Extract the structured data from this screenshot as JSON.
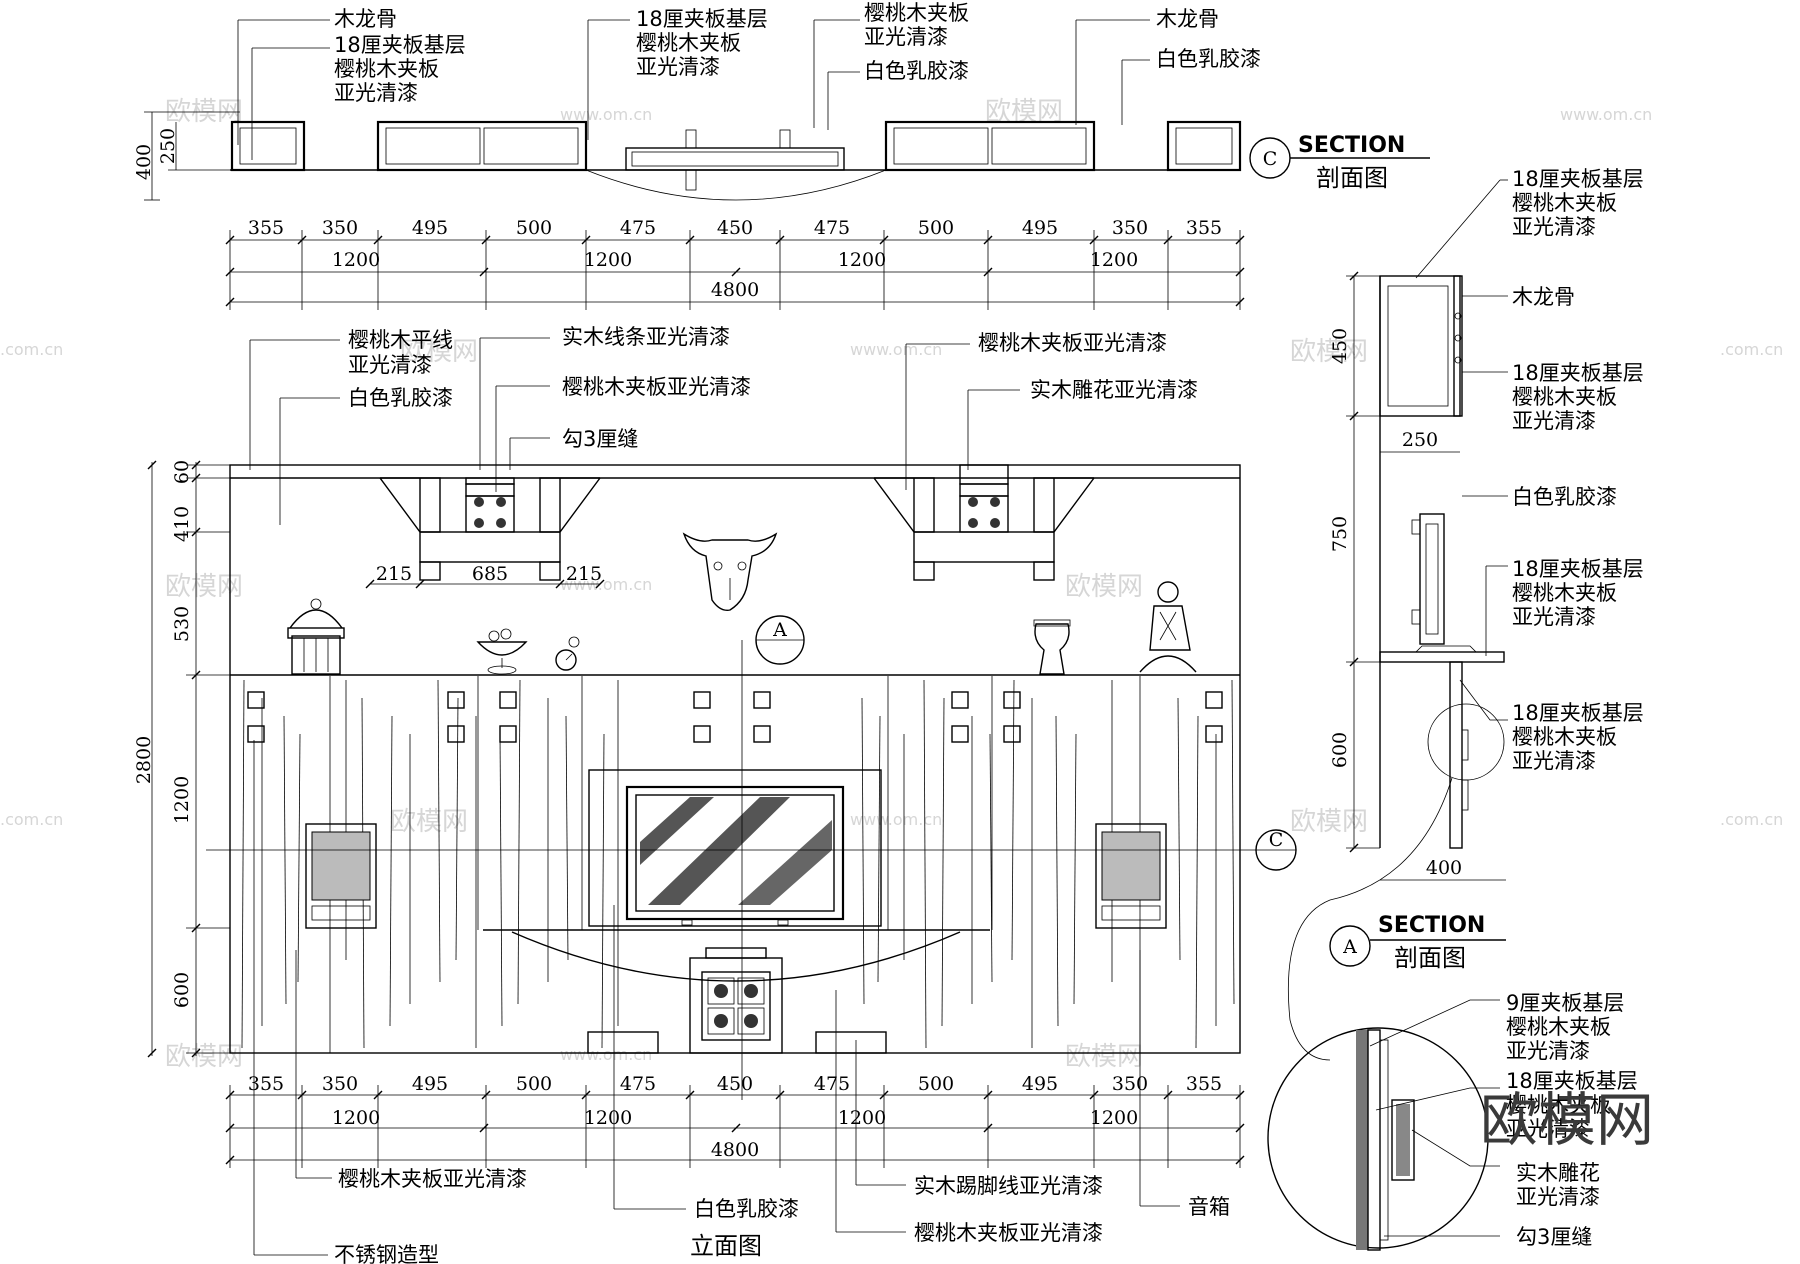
{
  "plan": {
    "labels": {
      "tl1": "木龙骨",
      "tl2a": "18厘夹板基层",
      "tl2b": "樱桃木夹板",
      "tl2c": "亚光清漆",
      "tm1a": "18厘夹板基层",
      "tm1b": "樱桃木夹板",
      "tm1c": "亚光清漆",
      "tm2a": "樱桃木夹板",
      "tm2b": "亚光清漆",
      "tm3": "白色乳胶漆",
      "tr1": "木龙骨",
      "tr2": "白色乳胶漆"
    },
    "dim_left": [
      "400",
      "250"
    ],
    "dims_row1": [
      "355",
      "350",
      "495",
      "500",
      "475",
      "450",
      "475",
      "500",
      "495",
      "350",
      "355"
    ],
    "dims_row2": [
      "1200",
      "1200",
      "1200",
      "1200"
    ],
    "dim_total": "4800"
  },
  "section_c": {
    "marker": "C",
    "title_en": "SECTION",
    "title_cn": "剖面图",
    "labels": {
      "r1a": "18厘夹板基层",
      "r1b": "樱桃木夹板",
      "r1c": "亚光清漆",
      "r2": "木龙骨",
      "r3a": "18厘夹板基层",
      "r3b": "樱桃木夹板",
      "r3c": "亚光清漆",
      "r4": "白色乳胶漆",
      "r5a": "18厘夹板基层",
      "r5b": "樱桃木夹板",
      "r5c": "亚光清漆",
      "r6a": "18厘夹板基层",
      "r6b": "樱桃木夹板",
      "r6c": "亚光清漆"
    },
    "dims_v": [
      "450",
      "750",
      "600"
    ],
    "dim_250": "250",
    "dim_400": "400"
  },
  "section_a": {
    "marker": "A",
    "title_en": "SECTION",
    "title_cn": "剖面图",
    "labels": {
      "a1a": "9厘夹板基层",
      "a1b": "樱桃木夹板",
      "a1c": "亚光清漆",
      "a2a": "18厘夹板基层",
      "a2b": "樱桃木夹板",
      "a2c": "亚光清漆",
      "a3a": "实木雕花",
      "a3b": "亚光清漆",
      "a4": "勾3厘缝"
    }
  },
  "elevation": {
    "title": "立面图",
    "labels": {
      "e1a": "樱桃木平线",
      "e1b": "亚光清漆",
      "e2": "白色乳胶漆",
      "e3": "实木线条亚光清漆",
      "e4": "樱桃木夹板亚光清漆",
      "e5": "勾3厘缝",
      "e6": "樱桃木夹板亚光清漆",
      "e7": "实木雕花亚光清漆",
      "b1": "樱桃木夹板亚光清漆",
      "b2": "白色乳胶漆",
      "b3": "实木踢脚线亚光清漆",
      "b4": "音箱",
      "b5": "樱桃木夹板亚光清漆",
      "b6": "不锈钢造型"
    },
    "dims_left": [
      "60",
      "410",
      "530",
      "2800",
      "1200",
      "600"
    ],
    "dims_shelf": [
      "215",
      "685",
      "215"
    ],
    "dims_row1": [
      "355",
      "350",
      "495",
      "500",
      "475",
      "450",
      "475",
      "500",
      "495",
      "350",
      "355"
    ],
    "dims_row2": [
      "1200",
      "1200",
      "1200",
      "1200"
    ],
    "dim_total": "4800",
    "marker_a": "A",
    "marker_c": "C"
  },
  "watermark": {
    "logo": "欧模网",
    "url": "www.om.cn",
    "url_short": ".com.cn",
    "big": "欧模网"
  }
}
